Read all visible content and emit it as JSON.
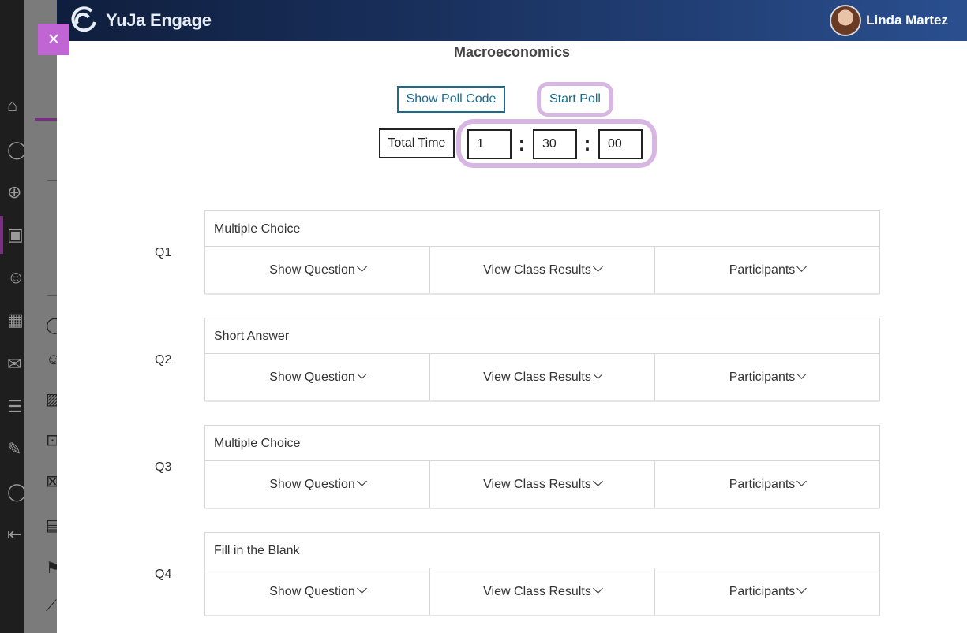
{
  "app": {
    "name": "YuJa Engage",
    "user_name": "Linda Martez"
  },
  "close_label": "×",
  "poll": {
    "title": "Macroeconomics",
    "show_code_label": "Show Poll Code",
    "start_label": "Start Poll",
    "total_time_label": "Total Time",
    "hours": "1",
    "minutes": "30",
    "seconds": "00",
    "separator": ":"
  },
  "questions": [
    {
      "label": "Q1",
      "type": "Multiple Choice",
      "show": "Show Question",
      "results": "View Class Results",
      "participants": "Participants"
    },
    {
      "label": "Q2",
      "type": "Short Answer",
      "show": "Show Question",
      "results": "View Class Results",
      "participants": "Participants"
    },
    {
      "label": "Q3",
      "type": "Multiple Choice",
      "show": "Show Question",
      "results": "View Class Results",
      "participants": "Participants"
    },
    {
      "label": "Q4",
      "type": "Fill in the Blank",
      "show": "Show Question",
      "results": "View Class Results",
      "participants": "Participants"
    }
  ],
  "colors": {
    "header_start": "#0f1e3d",
    "header_end": "#2a4f8f",
    "accent": "#c065d3",
    "highlight": "#d7b6e3",
    "link": "#1a6b8f"
  }
}
